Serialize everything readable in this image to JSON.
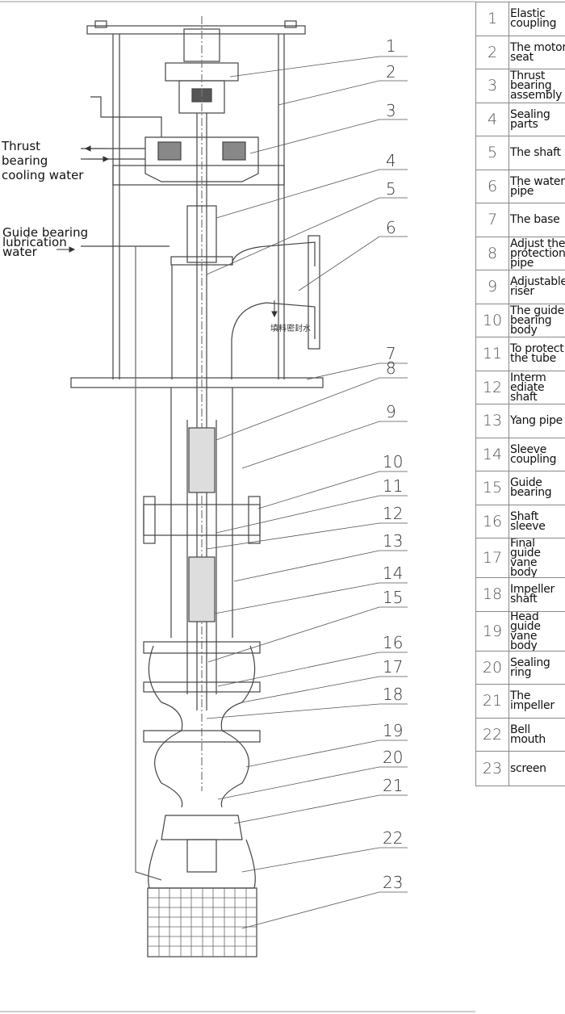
{
  "side_labels": {
    "thrust_cooling": [
      "Thrust",
      "bearing",
      "cooling water"
    ],
    "guide_lubrication": [
      "Guide bearing",
      "lubrication",
      "water"
    ]
  },
  "chinese_note": "填料密封水",
  "legend": [
    {
      "num": "1",
      "name": "Elastic coupling"
    },
    {
      "num": "2",
      "name": "The motor seat"
    },
    {
      "num": "3",
      "name": "Thrust bearing assembly"
    },
    {
      "num": "4",
      "name": "Sealing parts"
    },
    {
      "num": "5",
      "name": "The shaft"
    },
    {
      "num": "6",
      "name": "The water pipe"
    },
    {
      "num": "7",
      "name": "The base"
    },
    {
      "num": "8",
      "name": "Adjust the protection pipe"
    },
    {
      "num": "9",
      "name": "Adjustable riser"
    },
    {
      "num": "10",
      "name": "The guide bearing body"
    },
    {
      "num": "11",
      "name": "To protect the tube"
    },
    {
      "num": "12",
      "name": "Interm ediate shaft"
    },
    {
      "num": "13",
      "name": "Yang pipe"
    },
    {
      "num": "14",
      "name": "Sleeve coupling"
    },
    {
      "num": "15",
      "name": "Guide bearing"
    },
    {
      "num": "16",
      "name": "Shaft sleeve"
    },
    {
      "num": "17",
      "name": "Final guide vane body"
    },
    {
      "num": "18",
      "name": "Impeller shaft"
    },
    {
      "num": "19",
      "name": "Head guide vane body"
    },
    {
      "num": "20",
      "name": "Sealing ring"
    },
    {
      "num": "21",
      "name": "The impeller"
    },
    {
      "num": "22",
      "name": "Bell mouth"
    },
    {
      "num": "23",
      "name": "screen"
    }
  ]
}
